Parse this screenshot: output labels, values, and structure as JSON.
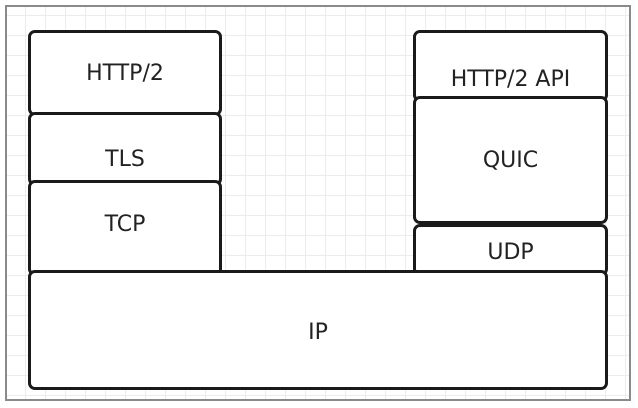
{
  "diagram": {
    "left_stack": {
      "application": "HTTP/2",
      "security": "TLS",
      "transport": "TCP"
    },
    "right_stack": {
      "application": "HTTP/2 API",
      "transport_secure": "QUIC",
      "transport": "UDP"
    },
    "network": "IP"
  },
  "colors": {
    "border": "#1a1a1a",
    "box_fill": "#ffffff",
    "grid": "#ececec",
    "frame": "#8a8a8a"
  }
}
